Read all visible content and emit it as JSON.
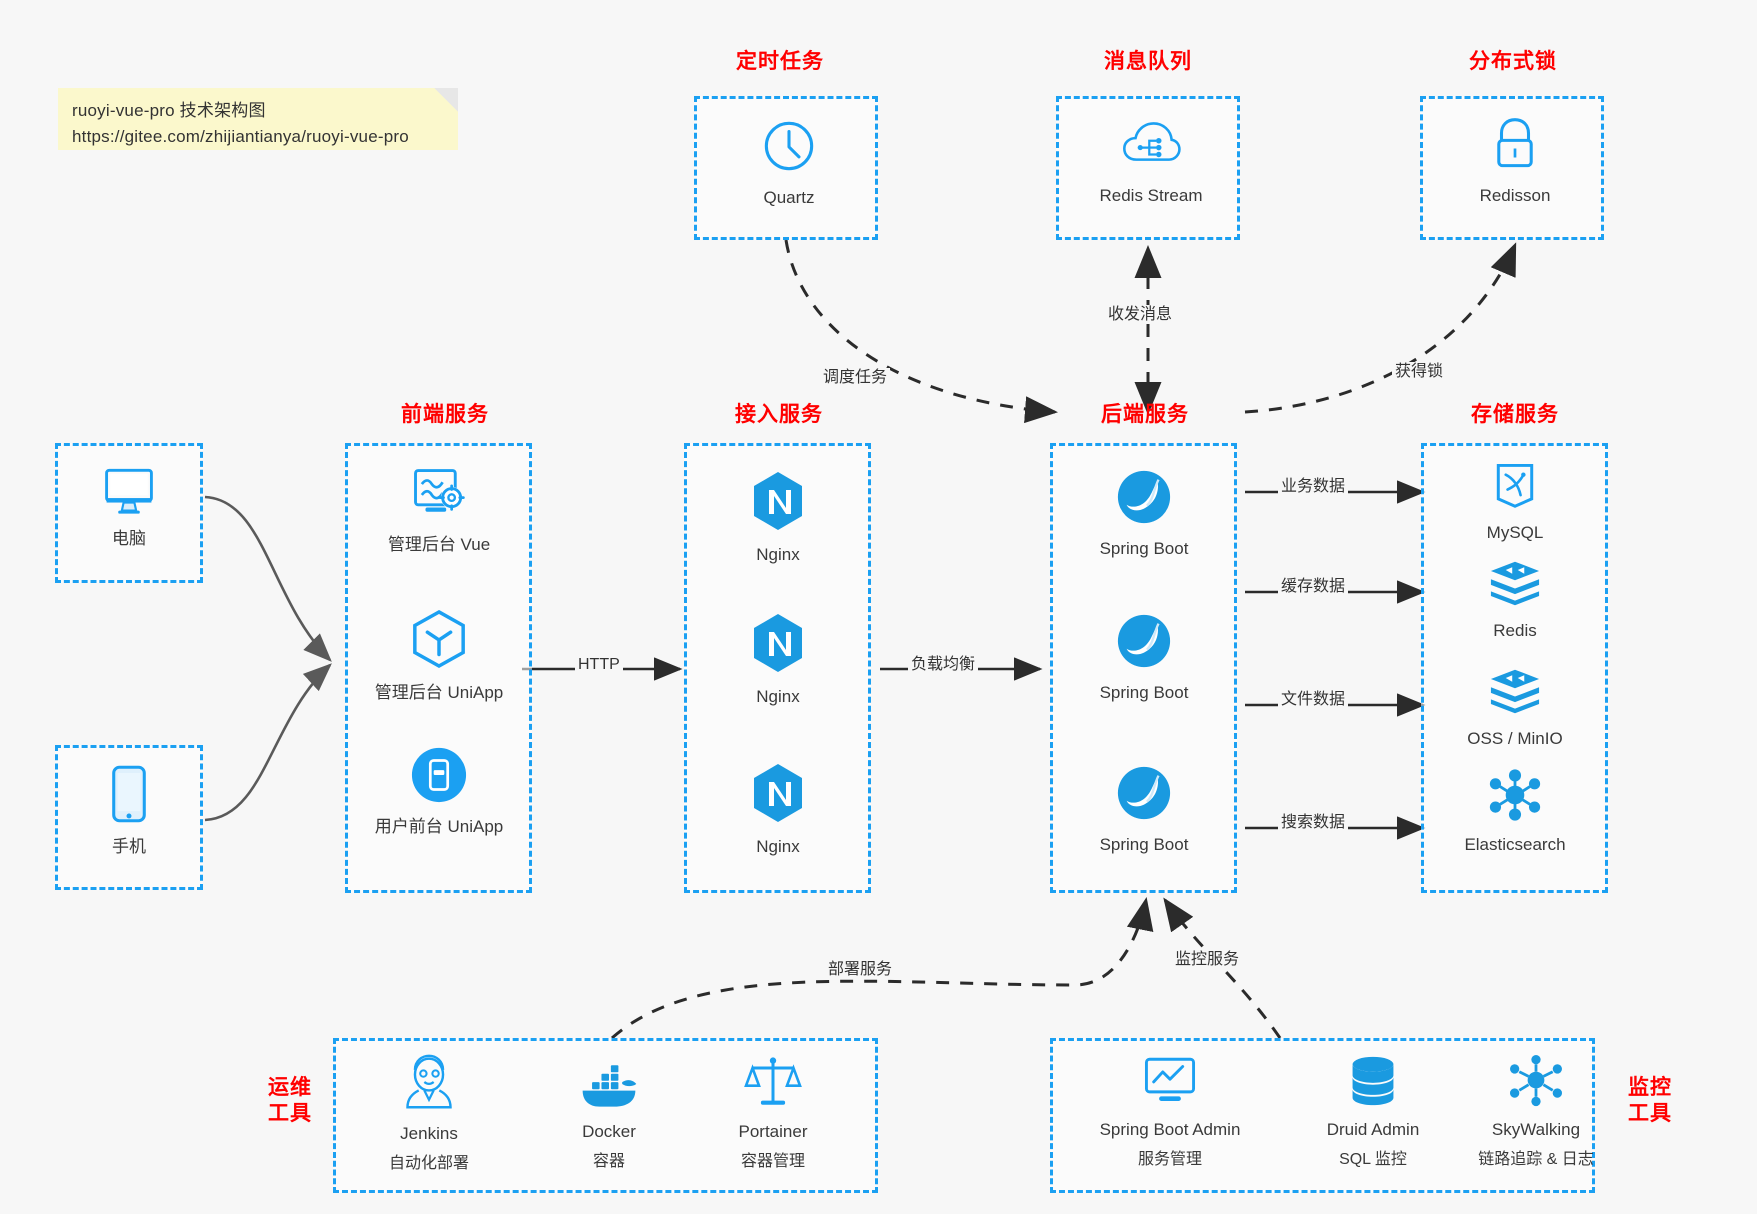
{
  "note": {
    "line1": "ruoyi-vue-pro 技术架构图",
    "line2": "https://gitee.com/zhijiantianya/ruoyi-vue-pro"
  },
  "colors": {
    "accent_blue": "#1ba0f2",
    "title_red": "#ff0000",
    "background": "#f7f7f7",
    "note_yellow": "#fbf8cc",
    "arrow_dark": "#2b2b2b",
    "arrow_gray": "#5a5a5a"
  },
  "groups": {
    "scheduler": {
      "title": "定时任务",
      "nodes": [
        {
          "label": "Quartz",
          "icon": "clock-icon"
        }
      ]
    },
    "mq": {
      "title": "消息队列",
      "nodes": [
        {
          "label": "Redis Stream",
          "icon": "cloud-stream-icon"
        }
      ]
    },
    "lock": {
      "title": "分布式锁",
      "nodes": [
        {
          "label": "Redisson",
          "icon": "lock-icon"
        }
      ]
    },
    "clients": {
      "nodes": [
        {
          "label": "电脑",
          "icon": "desktop-icon"
        },
        {
          "label": "手机",
          "icon": "phone-icon"
        }
      ]
    },
    "frontend": {
      "title": "前端服务",
      "nodes": [
        {
          "label": "管理后台 Vue",
          "icon": "dashboard-gear-icon"
        },
        {
          "label": "管理后台 UniApp",
          "icon": "cube-icon"
        },
        {
          "label": "用户前台 UniApp",
          "icon": "mobile-app-icon"
        }
      ]
    },
    "gateway": {
      "title": "接入服务",
      "nodes": [
        {
          "label": "Nginx",
          "icon": "nginx-icon"
        },
        {
          "label": "Nginx",
          "icon": "nginx-icon"
        },
        {
          "label": "Nginx",
          "icon": "nginx-icon"
        }
      ]
    },
    "backend": {
      "title": "后端服务",
      "nodes": [
        {
          "label": "Spring Boot",
          "icon": "spring-boot-icon"
        },
        {
          "label": "Spring Boot",
          "icon": "spring-boot-icon"
        },
        {
          "label": "Spring Boot",
          "icon": "spring-boot-icon"
        }
      ]
    },
    "storage": {
      "title": "存储服务",
      "nodes": [
        {
          "label": "MySQL",
          "icon": "mysql-icon"
        },
        {
          "label": "Redis",
          "icon": "redis-icon"
        },
        {
          "label": "OSS / MinIO",
          "icon": "oss-icon"
        },
        {
          "label": "Elasticsearch",
          "icon": "elasticsearch-icon"
        }
      ]
    },
    "devops": {
      "title": "运维\n工具",
      "title_line1": "运维",
      "title_line2": "工具",
      "nodes": [
        {
          "label": "Jenkins",
          "sub": "自动化部署",
          "icon": "jenkins-icon"
        },
        {
          "label": "Docker",
          "sub": "容器",
          "icon": "docker-icon"
        },
        {
          "label": "Portainer",
          "sub": "容器管理",
          "icon": "portainer-icon"
        }
      ]
    },
    "monitor": {
      "title_line1": "监控",
      "title_line2": "工具",
      "nodes": [
        {
          "label": "Spring Boot Admin",
          "sub": "服务管理",
          "icon": "monitor-chart-icon"
        },
        {
          "label": "Druid Admin",
          "sub": "SQL 监控",
          "icon": "database-icon"
        },
        {
          "label": "SkyWalking",
          "sub": "链路追踪 & 日志",
          "icon": "skywalking-icon"
        }
      ]
    }
  },
  "edges": [
    {
      "label": "调度任务",
      "from": "scheduler",
      "to": "backend"
    },
    {
      "label": "收发消息",
      "from": "mq",
      "to": "backend"
    },
    {
      "label": "获得锁",
      "from": "backend",
      "to": "lock"
    },
    {
      "label": "HTTP",
      "from": "frontend",
      "to": "gateway"
    },
    {
      "label": "负载均衡",
      "from": "gateway",
      "to": "backend"
    },
    {
      "label": "业务数据",
      "from": "backend",
      "to": "mysql"
    },
    {
      "label": "缓存数据",
      "from": "backend",
      "to": "redis"
    },
    {
      "label": "文件数据",
      "from": "backend",
      "to": "oss"
    },
    {
      "label": "搜索数据",
      "from": "backend",
      "to": "elasticsearch"
    },
    {
      "label": "部署服务",
      "from": "devops",
      "to": "backend"
    },
    {
      "label": "监控服务",
      "from": "monitor",
      "to": "backend"
    }
  ]
}
